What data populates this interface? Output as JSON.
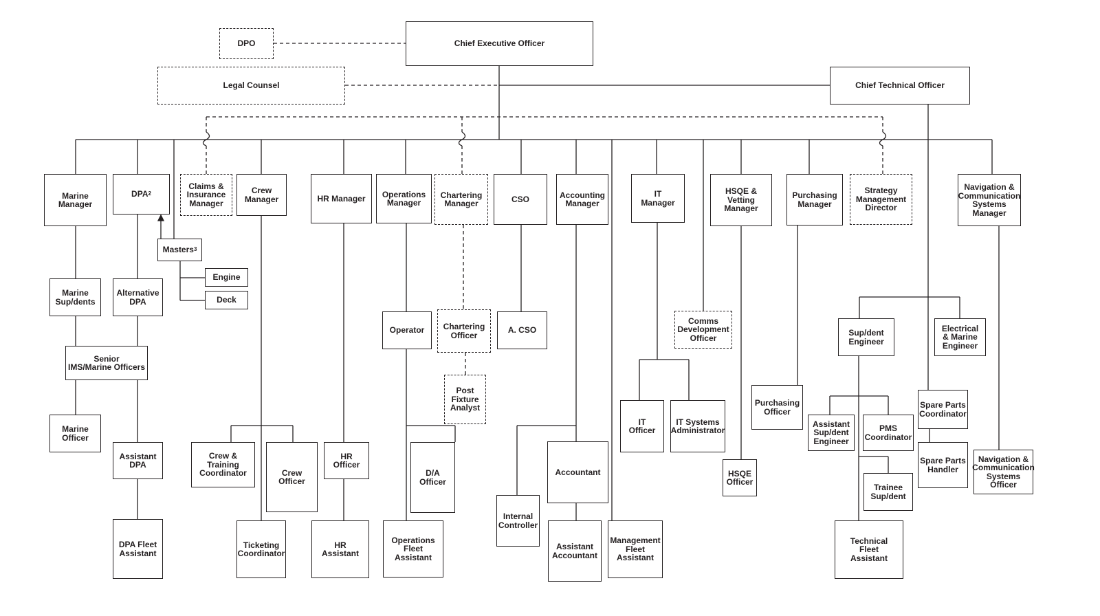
{
  "nodes": {
    "dpo": "DPO",
    "ceo": "Chief Executive Officer",
    "legal_counsel": "Legal Counsel",
    "cto": "Chief Technical Officer",
    "marine_manager": "Marine\nManager",
    "dpa": "DPA",
    "dpa_note": "2",
    "masters": "Masters",
    "masters_note": "3",
    "engine": "Engine",
    "deck": "Deck",
    "claims_insurance_manager": "Claims &\nInsurance\nManager",
    "crew_manager": "Crew\nManager",
    "hr_manager": "HR Manager",
    "operations_manager": "Operations\nManager",
    "chartering_manager": "Chartering\nManager",
    "cso": "CSO",
    "accounting_manager": "Accounting\nManager",
    "it_manager": "IT\nManager",
    "hsqe_vetting_manager": "HSQE &\nVetting\nManager",
    "purchasing_manager": "Purchasing\nManager",
    "strategy_management_director": "Strategy\nManagement\nDirector",
    "nav_comm_systems_manager": "Navigation &\nCommunication\nSystems\nManager",
    "marine_supdents": "Marine\nSup/dents",
    "alternative_dpa": "Alternative\nDPA",
    "senior_ims_marine_officers": "Senior\nIMS/Marine Officers",
    "marine_officer": "Marine\nOfficer",
    "assistant_dpa": "Assistant\nDPA",
    "dpa_fleet_assistant": "DPA Fleet\nAssistant",
    "crew_training_coordinator": "Crew & Training\nCoordinator",
    "crew_officer": "Crew\nOfficer",
    "ticketing_coordinator": "Ticketing\nCoordinator",
    "hr_officer": "HR\nOfficer",
    "hr_assistant": "HR\nAssistant",
    "operator": "Operator",
    "da_officer": "D/A\nOfficer",
    "operations_fleet_assistant": "Operations\nFleet\nAssistant",
    "chartering_officer": "Chartering\nOfficer",
    "post_fixture_analyst": "Post\nFixture\nAnalyst",
    "a_cso": "A. CSO",
    "accountant": "Accountant",
    "internal_controller": "Internal\nController",
    "assistant_accountant": "Assistant\nAccountant",
    "management_fleet_assistant": "Management\nFleet\nAssistant",
    "comms_development_officer": "Comms\nDevelopment\nOfficer",
    "it_officer": "IT\nOfficer",
    "it_systems_administrator": "IT Systems\nAdministrator",
    "hsqe_officer": "HSQE\nOfficer",
    "purchasing_officer": "Purchasing\nOfficer",
    "supdent_engineer": "Sup/dent\nEngineer",
    "electrical_marine_engineer": "Electrical\n& Marine\nEngineer",
    "assistant_supdent_engineer": "Assistant\nSup/dent\nEngineer",
    "pms_coordinator": "PMS\nCoordinator",
    "trainee_supdent": "Trainee\nSup/dent",
    "technical_fleet_assistant": "Technical\nFleet\nAssistant",
    "spare_parts_coordinator": "Spare Parts\nCoordinator",
    "spare_parts_handler": "Spare Parts\nHandler",
    "nav_comm_systems_officer": "Navigation &\nCommunication\nSystems\nOfficer"
  }
}
